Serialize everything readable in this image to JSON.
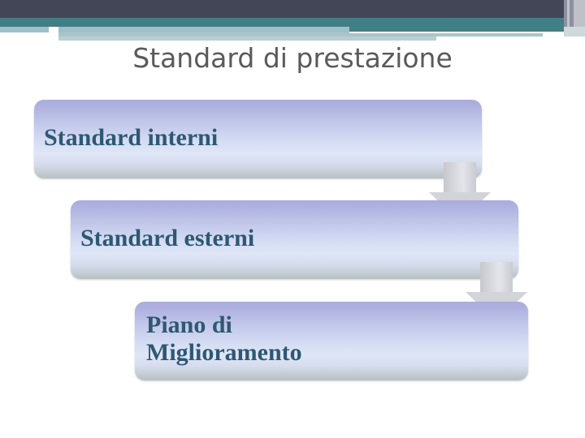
{
  "slide": {
    "title": "Standard di prestazione",
    "title_color": "#5a5a5a",
    "background_color": "#ffffff"
  },
  "theme": {
    "band_navy": "#434657",
    "band_teal": "#417e85",
    "band_pale": "#9fc0c6",
    "box_text_color": "#2e5873",
    "box_gradient_top": "#a9abdb",
    "box_gradient_bottom": "#b7c0c2",
    "arrow_color": "#d2d4da"
  },
  "process": {
    "steps": [
      {
        "label": "Standard interni"
      },
      {
        "label": "Standard esterni"
      },
      {
        "label": "Piano di\nMiglioramento"
      }
    ],
    "connectors": [
      {
        "icon": "arrow-down-icon"
      },
      {
        "icon": "arrow-down-icon"
      }
    ]
  }
}
